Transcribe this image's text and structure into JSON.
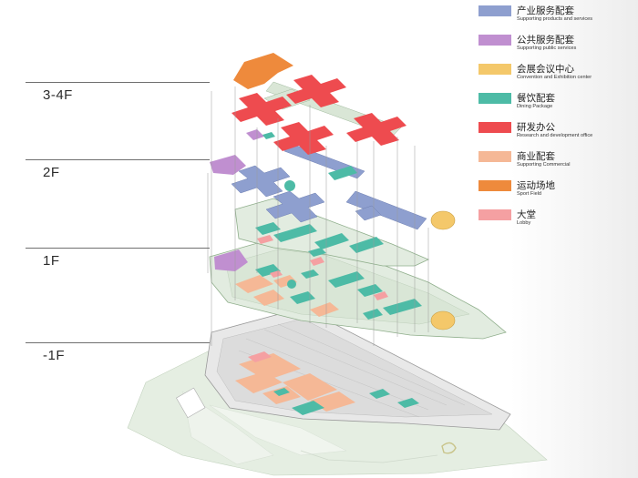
{
  "floors": [
    {
      "label": "3-4F"
    },
    {
      "label": "2F"
    },
    {
      "label": "1F"
    },
    {
      "label": "-1F"
    }
  ],
  "legend": [
    {
      "cn": "产业服务配套",
      "en": "Supporting products and services",
      "color": "#8e9fcf"
    },
    {
      "cn": "公共服务配套",
      "en": "Supporting public services",
      "color": "#c08fd0"
    },
    {
      "cn": "会展会议中心",
      "en": "Convention and Exhibition center",
      "color": "#f4c86a"
    },
    {
      "cn": "餐饮配套",
      "en": "Dining Package",
      "color": "#4dbba6"
    },
    {
      "cn": "研发办公",
      "en": "Research and development office",
      "color": "#ee4b4f"
    },
    {
      "cn": "商业配套",
      "en": "Supporting Commercial",
      "color": "#f5b896"
    },
    {
      "cn": "运动场地",
      "en": "Sport Field",
      "color": "#ee8a3c"
    },
    {
      "cn": "大堂",
      "en": "Lobby",
      "color": "#f5a0a2"
    }
  ],
  "colors": {
    "plate": "#e2ece0",
    "plate_edge": "#9fb99c",
    "basement": "#e6e6e6",
    "ground": "#dfe9dc",
    "grey_line": "#bdbdbd"
  }
}
